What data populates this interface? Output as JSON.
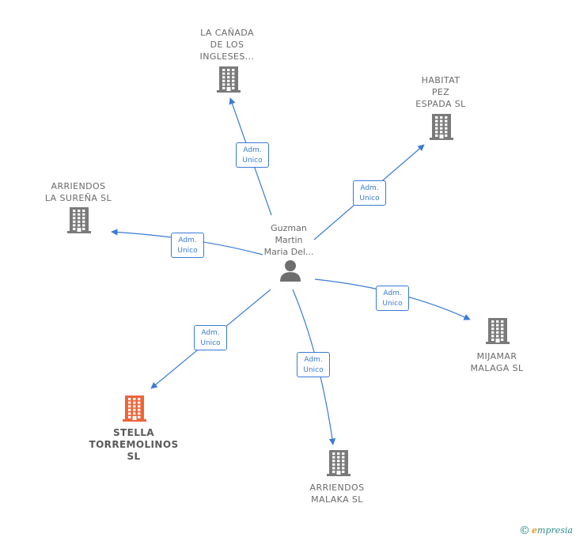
{
  "center": {
    "name": "Guzman\nMartin\nMaria Del...",
    "icon": "person-icon"
  },
  "companies": [
    {
      "id": "la-canada",
      "name": "LA CAÑADA\nDE LOS\nINGLESES...",
      "icon": "building-icon",
      "color": "#7a7a7a",
      "highlight": false
    },
    {
      "id": "habitat",
      "name": "HABITAT\nPEZ\nESPADA  SL",
      "icon": "building-icon",
      "color": "#7a7a7a",
      "highlight": false
    },
    {
      "id": "arriendos-surena",
      "name": "ARRIENDOS\nLA SUREÑA  SL",
      "icon": "building-icon",
      "color": "#7a7a7a",
      "highlight": false
    },
    {
      "id": "mijamar",
      "name": "MIJAMAR\nMALAGA  SL",
      "icon": "building-icon",
      "color": "#7a7a7a",
      "highlight": false
    },
    {
      "id": "stella",
      "name": "STELLA\nTORREMOLINOS\nSL",
      "icon": "building-icon",
      "color": "#f0643a",
      "highlight": true
    },
    {
      "id": "arriendos-malaka",
      "name": "ARRIENDOS\nMALAKA  SL",
      "icon": "building-icon",
      "color": "#7a7a7a",
      "highlight": false
    }
  ],
  "relations": [
    {
      "to": "la-canada",
      "label": "Adm.\nUnico"
    },
    {
      "to": "habitat",
      "label": "Adm.\nUnico"
    },
    {
      "to": "arriendos-surena",
      "label": "Adm.\nUnico"
    },
    {
      "to": "mijamar",
      "label": "Adm.\nUnico"
    },
    {
      "to": "stella",
      "label": "Adm.\nUnico"
    },
    {
      "to": "arriendos-malaka",
      "label": "Adm.\nUnico"
    }
  ],
  "footer": {
    "copyright_symbol": "©",
    "brand_initial": "e",
    "brand_rest": "mpresia"
  }
}
